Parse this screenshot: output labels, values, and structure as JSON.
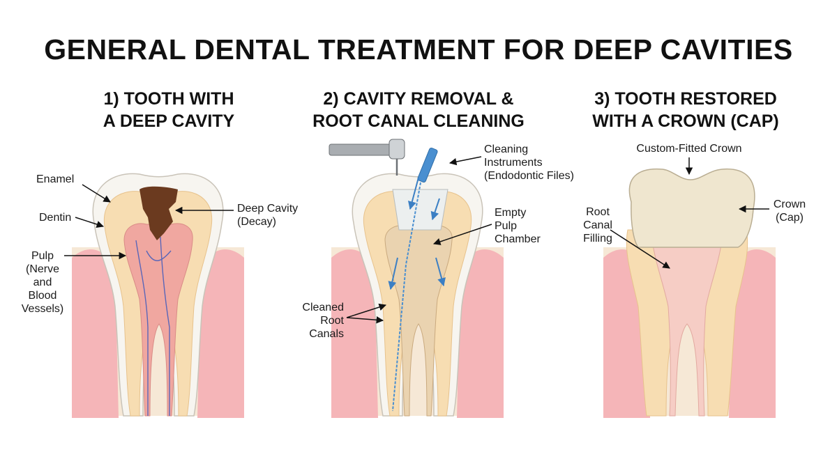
{
  "title": "GENERAL DENTAL TREATMENT FOR DEEP CAVITIES",
  "panels": [
    {
      "heading": [
        "1) TOOTH WITH",
        "A DEEP CAVITY"
      ],
      "labels": {
        "enamel": "Enamel",
        "dentin": "Dentin",
        "pulp": [
          "Pulp",
          "(Nerve and",
          "Blood",
          "Vessels)"
        ],
        "cavity": [
          "Deep Cavity",
          "(Decay)"
        ]
      }
    },
    {
      "heading": [
        "2) CAVITY REMOVAL &",
        "ROOT CANAL CLEANING"
      ],
      "labels": {
        "instruments": [
          "Cleaning",
          "Instruments",
          "(Endodontic Files)"
        ],
        "chamber": [
          "Empty",
          "Pulp",
          "Chamber"
        ],
        "canals": [
          "Cleaned",
          "Root",
          "Canals"
        ]
      }
    },
    {
      "heading": [
        "3) TOOTH RESTORED",
        "WITH A CROWN (CAP)"
      ],
      "labels": {
        "crown_fit": "Custom-Fitted Crown",
        "filling": [
          "Root",
          "Canal",
          "Filling"
        ],
        "crown": [
          "Crown",
          "(Cap)"
        ]
      }
    }
  ],
  "colors": {
    "enamel": "#f7f5f0",
    "dentin": "#f7ddb2",
    "pulp": "#f0a7a0",
    "gum": "#f5b5b8",
    "bone": "#f6e8d6",
    "decay": "#6b3a1f",
    "instrument": "#4a8fd0",
    "crown": "#efe6cf"
  }
}
